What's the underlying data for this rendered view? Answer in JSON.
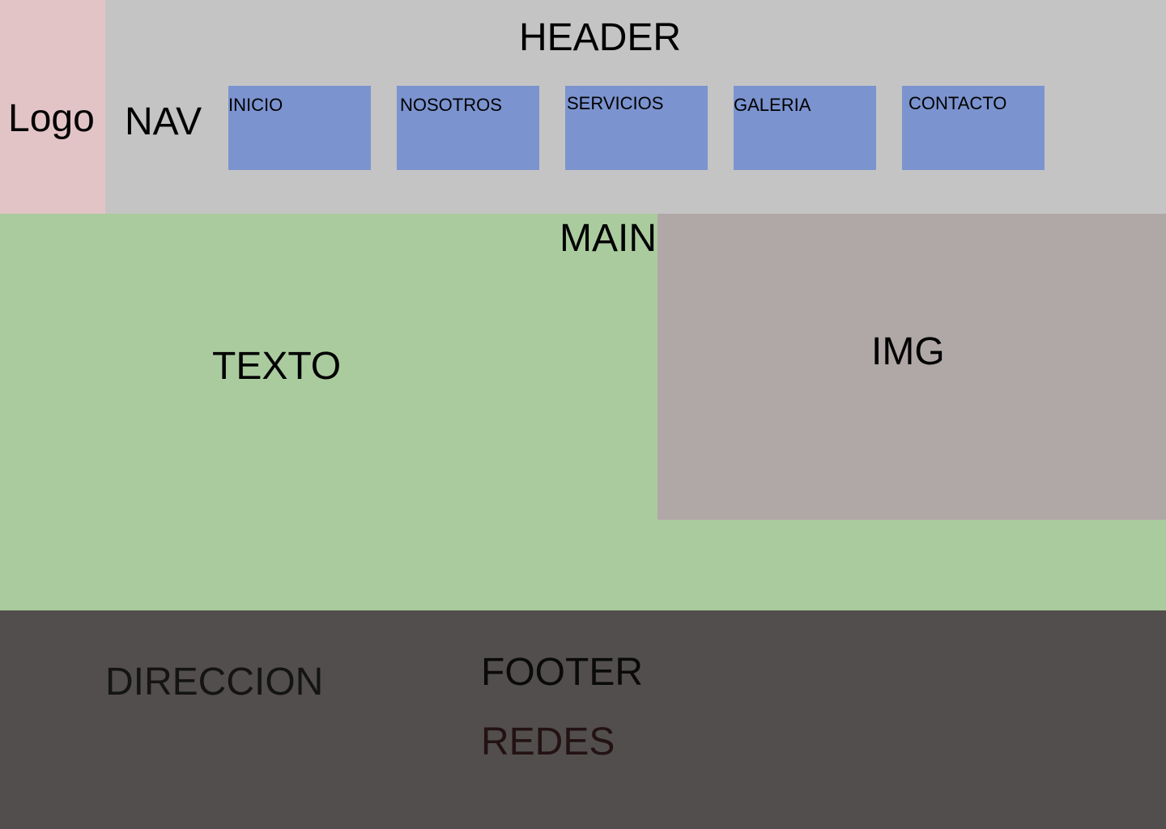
{
  "header": {
    "logo_label": "Logo",
    "title": "HEADER",
    "nav_label": "NAV",
    "nav_items": [
      "INICIO",
      "NOSOTROS",
      "SERVICIOS",
      "GALERIA",
      "CONTACTO"
    ]
  },
  "main": {
    "title": "MAIN",
    "text_label": "TEXTO",
    "image_label": "IMG"
  },
  "footer": {
    "title": "FOOTER",
    "address_label": "DIRECCION",
    "social_label": "REDES"
  },
  "colors": {
    "header_bg": "#c4c4c4",
    "logo_bg": "#e3c4c6",
    "nav_item_bg": "#7b93cf",
    "main_bg": "#aacb9e",
    "image_bg": "#b0a7a7",
    "footer_bg": "#524e4d"
  }
}
